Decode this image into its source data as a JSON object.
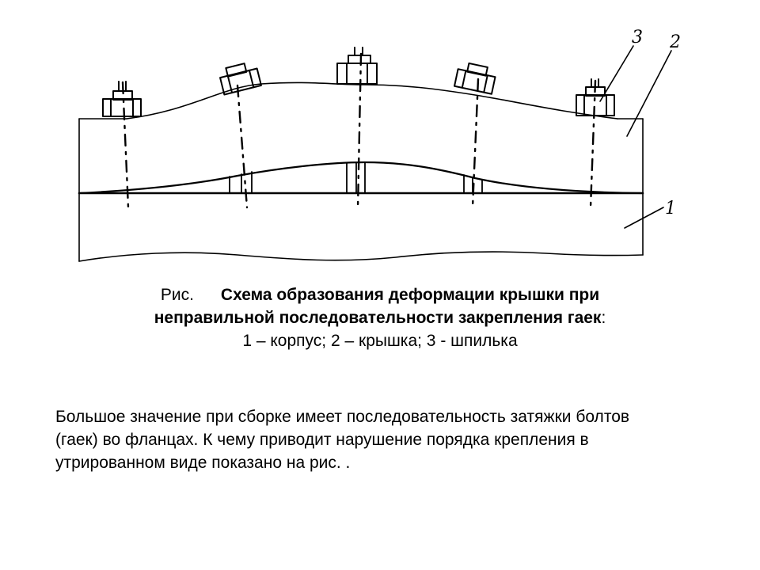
{
  "figure": {
    "callouts": {
      "body": "1",
      "cover": "2",
      "stud": "3"
    }
  },
  "caption": {
    "label": "Рис.",
    "title_line1": "Схема образования деформации крышки при",
    "title_line2": "неправильной последовательности закрепления гаек",
    "title_colon": ":",
    "legend": "1 – корпус; 2 – крышка; 3 - шпилька"
  },
  "paragraph": {
    "line1": "Большое значение при сборке имеет последовательность затяжки болтов",
    "line2": "(гаек) во фланцах. К чему приводит нарушение порядка крепления в",
    "line3": "утрированном виде показано  на рис.     ."
  }
}
